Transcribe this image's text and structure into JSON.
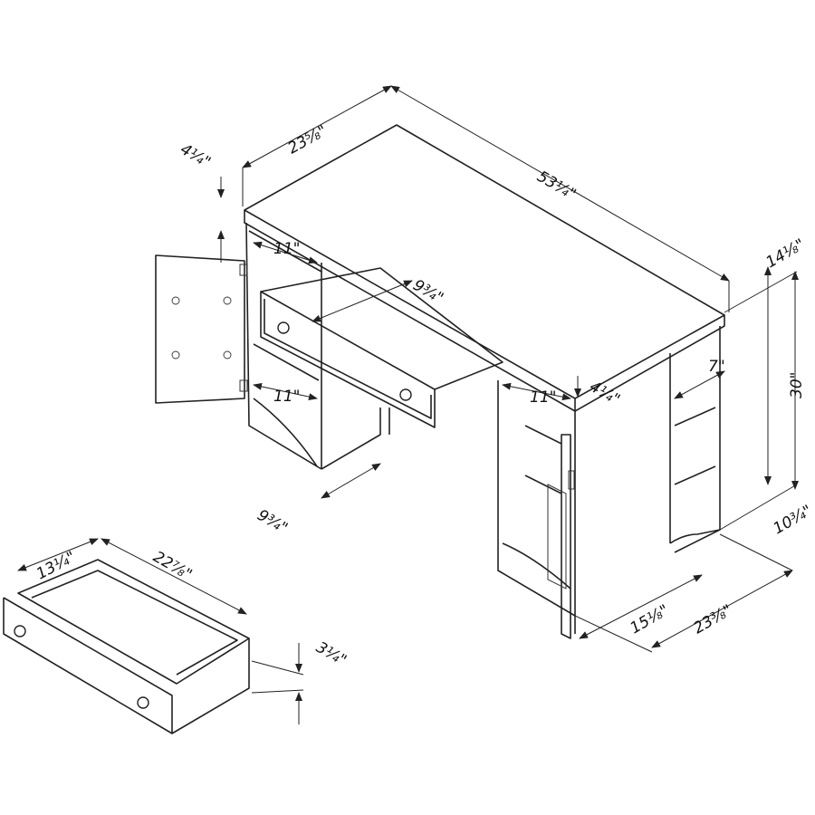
{
  "title": "Desk dimensions diagram",
  "dimensions": {
    "top_depth": "23⅝\"",
    "top_width": "53¼\"",
    "top_thickness": "4¼\"",
    "hutch_side_height": "14⅛\"",
    "left_upper_shelf": "11\"",
    "left_lower_shelf": "11\"",
    "right_upper_shelf": "11\"",
    "drawer_open_depth": "9¾\"",
    "pedestal_depth": "9¾\"",
    "right_top_thickness": "4¼\"",
    "side_shelf_depth": "7\"",
    "desk_height": "30\"",
    "side_shelf_height": "10¾\"",
    "pedestal_width": "15⅛\"",
    "overall_depth": "23⅜\"",
    "drawer_width": "13¼\"",
    "drawer_length": "22⅞\"",
    "drawer_height": "3¼\""
  }
}
